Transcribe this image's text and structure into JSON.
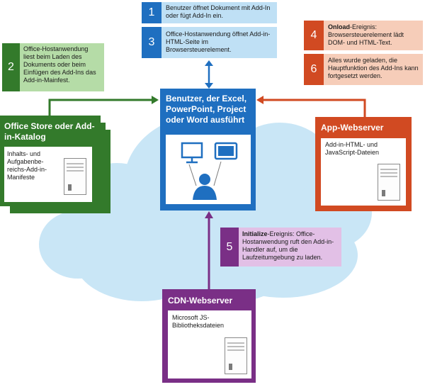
{
  "colors": {
    "blue": "#1f6fc0",
    "blue_light": "#bfe0f5",
    "green": "#337a2b",
    "green_light": "#b5dca7",
    "orange": "#d14a22",
    "orange_light": "#f6cdb9",
    "purple": "#7a2f86",
    "purple_light": "#e2c0e6",
    "cloud": "#c9e6f6"
  },
  "steps": [
    {
      "number": "1",
      "text": "Benutzer öffnet Dokument mit Add-In oder fügt Add-In ein."
    },
    {
      "number": "3",
      "text": "Office-Hostanwendung öffnet Add-in-HTML-Seite im Browsersteuerelement."
    },
    {
      "number": "2",
      "text": "Office-Hostanwendung liest beim Laden des Dokuments oder beim Einfügen des Add-Ins das Add-in-Mainfest."
    },
    {
      "number": "4",
      "bold": "Onload",
      "text": "-Ereignis: Browsersteuerelement lädt DOM- und HTML-Text."
    },
    {
      "number": "6",
      "text": "Alles wurde geladen, die Hauptfunktion des Add-Ins kann fortgesetzt werden."
    },
    {
      "number": "5",
      "bold": "Initialize",
      "text": "-Ereignis: Office-Hostanwendung ruft den Add-in-Handler auf, um die Laufzeitumgebung zu laden."
    }
  ],
  "nodes": {
    "user": {
      "title": "Benutzer, der Excel, PowerPoint, Project oder Word ausführt"
    },
    "store": {
      "title": "Office Store oder Add-in-Katalog",
      "content": "Inhalts- und Aufgabenbe­reichs-Add-in-Manifeste"
    },
    "app_server": {
      "title": "App-Webserver",
      "content": "Add-in-HTML- und JavaScript-Dateien"
    },
    "cdn_server": {
      "title": "CDN-Webserver",
      "content": "Microsoft JS-Bibliotheksdateien"
    }
  }
}
